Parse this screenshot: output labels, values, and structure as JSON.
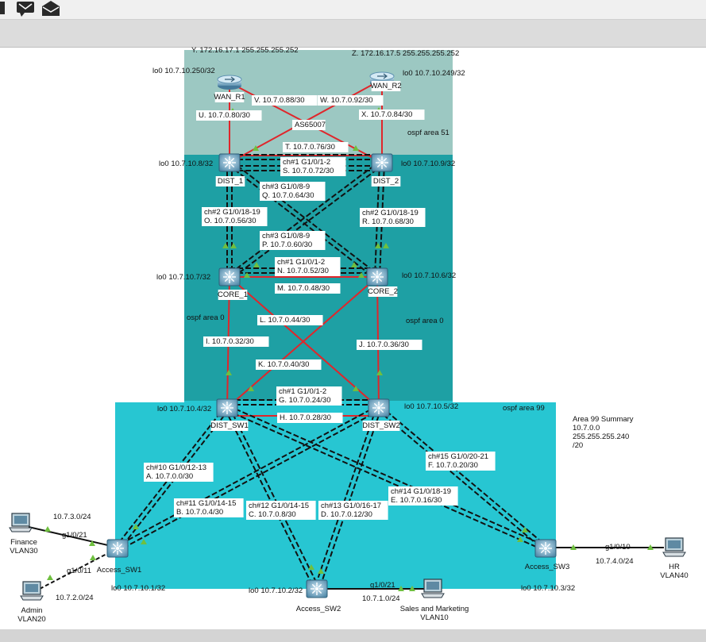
{
  "areas": {
    "ospf51": "ospf area 51",
    "ospf0_left": "ospf area 0",
    "ospf0_right": "ospf area 0",
    "ospf99": "ospf area 99",
    "as": "AS65007",
    "summary": [
      "Area 99 Summary",
      "10.7.0.0",
      "255.255.255.240",
      "/20"
    ]
  },
  "devices": {
    "wan_r1": {
      "name": "WAN_R1",
      "lo": "lo0 10.7.10.250/32"
    },
    "wan_r2": {
      "name": "WAN_R2",
      "lo": "lo0 10.7.10.249/32"
    },
    "dist_1": {
      "name": "DIST_1",
      "lo": "lo0 10.7.10.8/32"
    },
    "dist_2": {
      "name": "DIST_2",
      "lo": "lo0 10.7.10.9/32"
    },
    "core_1": {
      "name": "CORE_1",
      "lo": "lo0 10.7.10.7/32"
    },
    "core_2": {
      "name": "CORE_2",
      "lo": "lo0 10.7.10.6/32"
    },
    "dist_sw1": {
      "name": "DIST_SW1",
      "lo": "lo0 10.7.10.4/32"
    },
    "dist_sw2": {
      "name": "DIST_SW2",
      "lo": "lo0 10.7.10.5/32"
    },
    "access_sw1": {
      "name": "Access_SW1",
      "lo": "lo0 10.7.10.1/32"
    },
    "access_sw2": {
      "name": "Access_SW2",
      "lo": "lo0 10.7.10.2/32"
    },
    "access_sw3": {
      "name": "Access_SW3",
      "lo": "lo0 10.7.10.3/32"
    }
  },
  "hosts": {
    "finance": [
      "Finance",
      "VLAN30"
    ],
    "admin": [
      "Admin",
      "VLAN20"
    ],
    "sales": [
      "Sales and Marketing",
      "VLAN10"
    ],
    "hr": [
      "HR",
      "VLAN40"
    ]
  },
  "links": {
    "y": "Y. 172.16.17.1 255.255.255.252",
    "z": "Z. 172.16.17.5 255.255.255.252",
    "v": "V. 10.7.0.88/30",
    "w": "W. 10.7.0.92/30",
    "u": "U. 10.7.0.80/30",
    "x": "X. 10.7.0.84/30",
    "t": "T. 10.7.0.76/30",
    "s": [
      "ch#1 G1/0/1-2",
      "S. 10.7.0.72/30"
    ],
    "q": [
      "ch#3 G1/0/8-9",
      "Q. 10.7.0.64/30"
    ],
    "o": [
      "ch#2 G1/0/18-19",
      "O. 10.7.0.56/30"
    ],
    "r": [
      "ch#2 G1/0/18-19",
      "R. 10.7.0.68/30"
    ],
    "p": [
      "ch#3 G1/0/8-9",
      "P. 10.7.0.60/30"
    ],
    "n": [
      "ch#1 G1/0/1-2",
      "N. 10.7.0.52/30"
    ],
    "m": "M. 10.7.0.48/30",
    "l": "L. 10.7.0.44/30",
    "i": "I. 10.7.0.32/30",
    "j": "J. 10.7.0.36/30",
    "k": "K. 10.7.0.40/30",
    "g": [
      "ch#1 G1/0/1-2",
      "G. 10.7.0.24/30"
    ],
    "h": "H. 10.7.0.28/30",
    "a": [
      "ch#10 G1/0/12-13",
      "A. 10.7.0.0/30"
    ],
    "b": [
      "ch#11 G1/0/14-15",
      "B. 10.7.0.4/30"
    ],
    "c": [
      "ch#12 G1/0/14-15",
      "C. 10.7.0.8/30"
    ],
    "d": [
      "ch#13 G1/0/16-17",
      "D. 10.7.0.12/30"
    ],
    "f": [
      "ch#15 G1/0/20-21",
      "F. 10.7.0.20/30"
    ],
    "e": [
      "ch#14 G1/0/18-19",
      "E. 10.7.0.16/30"
    ]
  },
  "access_ports": {
    "finance_net": "10.7.3.0/24",
    "finance_port": "g1/0/21",
    "admin_port": "g1/0/11",
    "admin_net": "10.7.2.0/24",
    "sales_port": "g1/0/21",
    "sales_net": "10.7.1.0/24",
    "hr_port": "g1/0/10",
    "hr_net": "10.7.4.0/24"
  },
  "colors": {
    "area51": "#9cc8c2",
    "area0": "#1ea0a4",
    "area99": "#27c6d2",
    "red_link": "#e0262b",
    "black_link": "#111111",
    "link_marker": "#6fbf3f"
  }
}
